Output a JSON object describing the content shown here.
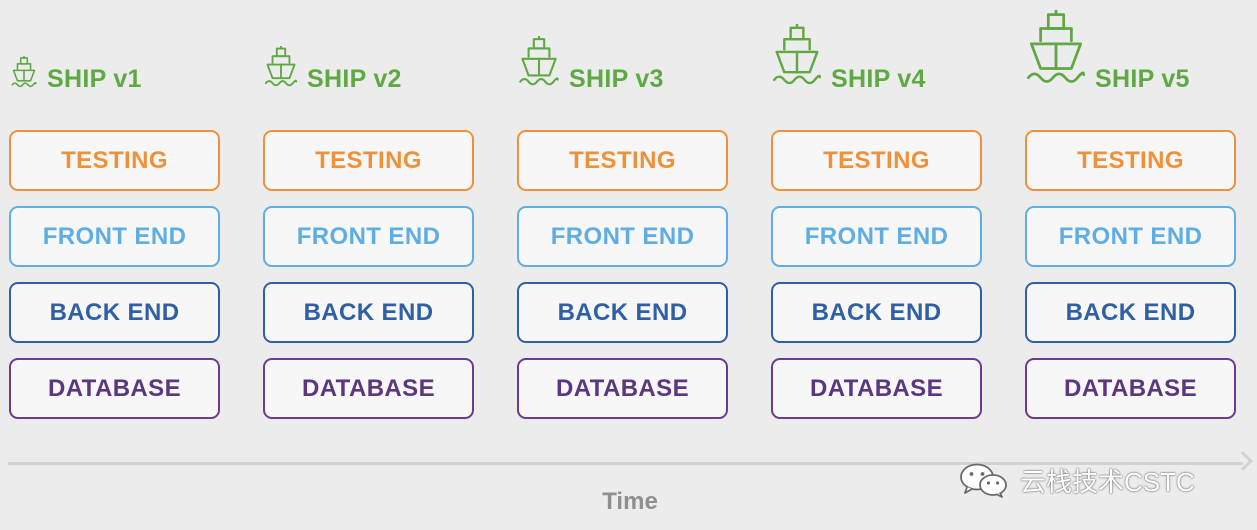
{
  "versions": [
    {
      "label": "SHIP v1",
      "layers": [
        "TESTING",
        "FRONT END",
        "BACK END",
        "DATABASE"
      ]
    },
    {
      "label": "SHIP v2",
      "layers": [
        "TESTING",
        "FRONT END",
        "BACK END",
        "DATABASE"
      ]
    },
    {
      "label": "SHIP v3",
      "layers": [
        "TESTING",
        "FRONT END",
        "BACK END",
        "DATABASE"
      ]
    },
    {
      "label": "SHIP v4",
      "layers": [
        "TESTING",
        "FRONT END",
        "BACK END",
        "DATABASE"
      ]
    },
    {
      "label": "SHIP v5",
      "layers": [
        "TESTING",
        "FRONT END",
        "BACK END",
        "DATABASE"
      ]
    }
  ],
  "timeline": {
    "label": "Time"
  },
  "watermark": {
    "text": "云栈技术CSTC",
    "icon": "wechat-icon"
  },
  "colors": {
    "ship": "#5fa843",
    "testing": "#f0913a",
    "front_end": "#5eade4",
    "back_end": "#2f5fa4",
    "database": "#6a3c8c",
    "background": "#ececec"
  }
}
